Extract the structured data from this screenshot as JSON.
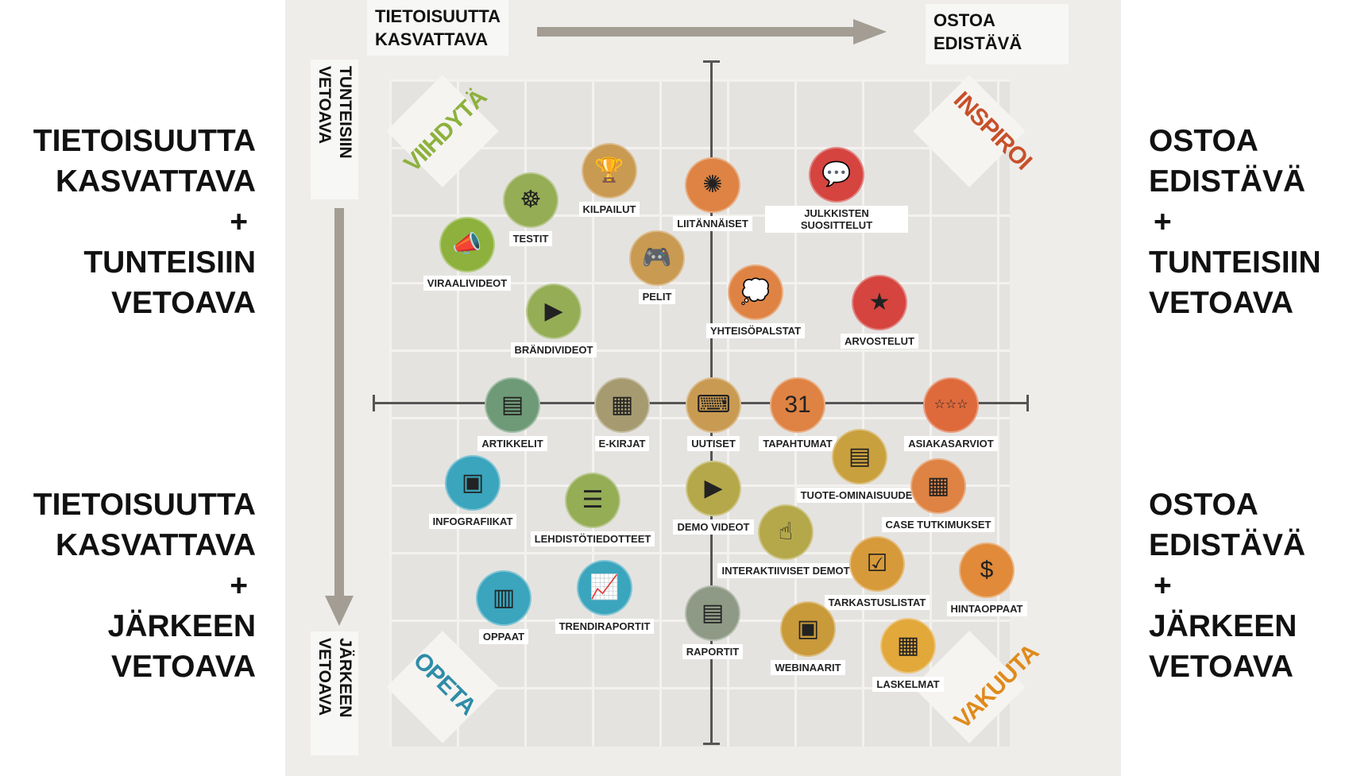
{
  "left_labels": {
    "top": [
      "TIETOISUUTTA",
      "KASVATTAVA",
      "+",
      "TUNTEISIIN",
      "VETOAVA"
    ],
    "bottom": [
      "TIETOISUUTTA",
      "KASVATTAVA",
      "+",
      "JÄRKEEN",
      "VETOAVA"
    ]
  },
  "right_labels": {
    "top": [
      "OSTOA",
      "EDISTÄVÄ",
      "+",
      "TUNTEISIIN",
      "VETOAVA"
    ],
    "bottom": [
      "OSTOA",
      "EDISTÄVÄ",
      "+",
      "JÄRKEEN",
      "VETOAVA"
    ]
  },
  "axes": {
    "x_start": [
      "TIETOISUUTTA",
      "KASVATTAVA"
    ],
    "x_end": [
      "OSTOA",
      "EDISTÄVÄ"
    ],
    "y_start": [
      "TUNTEISIIN",
      "VETOAVA"
    ],
    "y_end": [
      "JÄRKEEN",
      "VETOAVA"
    ]
  },
  "quadrants": {
    "top_left": "VIIHDYTÄ",
    "top_right": "INSPIROI",
    "bottom_left": "OPETA",
    "bottom_right": "VAKUUTA"
  },
  "colors": {
    "viihdyta": "#8db13c",
    "inspiroi": "#c8502a",
    "opeta": "#2f8ca8",
    "vakuuta": "#e08a1c",
    "green": "#95ad55",
    "olive": "#b5a84a",
    "tan": "#c99a52",
    "orange": "#de8343",
    "red": "#d5443f",
    "teal": "#3aa5bd",
    "gold": "#e2a83a"
  },
  "items": [
    {
      "label": "KILPAILUT",
      "icon": "trophy-icon",
      "glyph": "🏆",
      "color": "#c99a52"
    },
    {
      "label": "TESTIT",
      "icon": "brain-icon",
      "glyph": "☸",
      "color": "#95ad55"
    },
    {
      "label": "VIRAALIVIDEOT",
      "icon": "megaphone-icon",
      "glyph": "📣",
      "color": "#8db13c"
    },
    {
      "label": "LIITÄNNÄISET",
      "icon": "widget-icon",
      "glyph": "✺",
      "color": "#de8343"
    },
    {
      "label": "JULKKISTEN SUOSITTELUT",
      "icon": "celebrity-icon",
      "glyph": "💬",
      "color": "#d5443f"
    },
    {
      "label": "PELIT",
      "icon": "game-icon",
      "glyph": "🎮",
      "color": "#c99a52"
    },
    {
      "label": "BRÄNDIVIDEOT",
      "icon": "video-icon",
      "glyph": "▶",
      "color": "#95ad55"
    },
    {
      "label": "YHTEISÖPALSTAT",
      "icon": "chat-icon",
      "glyph": "💭",
      "color": "#de8343"
    },
    {
      "label": "ARVOSTELUT",
      "icon": "review-icon",
      "glyph": "★",
      "color": "#d5443f"
    },
    {
      "label": "ARTIKKELIT",
      "icon": "article-icon",
      "glyph": "▤",
      "color": "#6f9a77"
    },
    {
      "label": "E-KIRJAT",
      "icon": "ebook-icon",
      "glyph": "▦",
      "color": "#a69b70"
    },
    {
      "label": "UUTISET",
      "icon": "news-icon",
      "glyph": "⌨",
      "color": "#c99a52"
    },
    {
      "label": "TAPAHTUMAT",
      "icon": "calendar-icon",
      "glyph": "31",
      "color": "#de8343"
    },
    {
      "label": "ASIAKASARVIOT",
      "icon": "stars-icon",
      "glyph": "☆☆☆",
      "color": "#de6a3c"
    },
    {
      "label": "INFOGRAFIIKAT",
      "icon": "infographic-icon",
      "glyph": "▣",
      "color": "#3aa5bd"
    },
    {
      "label": "LEHDISTÖTIEDOTTEET",
      "icon": "press-release-icon",
      "glyph": "☰",
      "color": "#95ad55"
    },
    {
      "label": "DEMO VIDEOT",
      "icon": "demo-video-icon",
      "glyph": "▶",
      "color": "#b5a84a"
    },
    {
      "label": "TUOTE-OMINAISUUDET",
      "icon": "product-sheet-icon",
      "glyph": "▤",
      "color": "#c9a03e"
    },
    {
      "label": "CASE TUTKIMUKSET",
      "icon": "case-study-icon",
      "glyph": "▦",
      "color": "#de8343"
    },
    {
      "label": "INTERAKTIIVISET DEMOT",
      "icon": "interactive-demo-icon",
      "glyph": "☝",
      "color": "#b5a84a"
    },
    {
      "label": "TARKASTUSLISTAT",
      "icon": "checklist-icon",
      "glyph": "☑",
      "color": "#d79a3a"
    },
    {
      "label": "HINTAOPPAAT",
      "icon": "price-guide-icon",
      "glyph": "$",
      "color": "#e08a3a"
    },
    {
      "label": "OPPAAT",
      "icon": "guide-icon",
      "glyph": "▥",
      "color": "#3aa5bd"
    },
    {
      "label": "TRENDIRAPORTIT",
      "icon": "trend-chart-icon",
      "glyph": "📈",
      "color": "#3aa5bd"
    },
    {
      "label": "RAPORTIT",
      "icon": "report-icon",
      "glyph": "▤",
      "color": "#8f9a86"
    },
    {
      "label": "WEBINAARIT",
      "icon": "webinar-icon",
      "glyph": "▣",
      "color": "#c99a3a"
    },
    {
      "label": "LASKELMAT",
      "icon": "calculator-icon",
      "glyph": "▦",
      "color": "#e2a83a"
    }
  ]
}
